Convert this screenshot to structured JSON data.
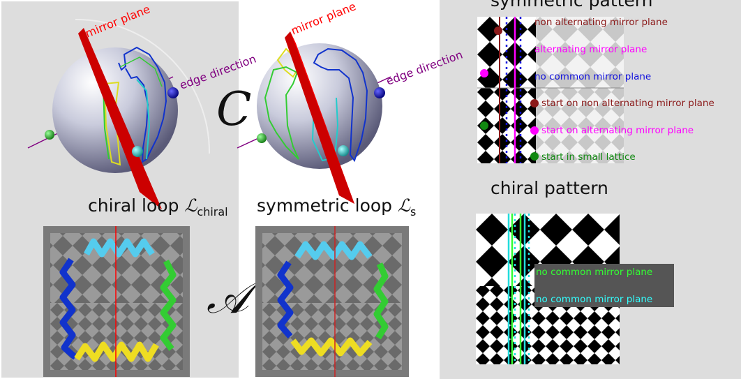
{
  "spheres": {
    "mirror_plane_label": "mirror plane",
    "edge_direction_label": "edge direction",
    "symbol_C": "C",
    "symbol_A": "𝒜"
  },
  "loops": {
    "chiral_caption": "chiral loop",
    "chiral_symbol": "ℒ",
    "chiral_subscript": "chiral",
    "symmetric_caption": "symmetric loop",
    "symmetric_symbol": "ℒ",
    "symmetric_subscript": "s"
  },
  "symmetric_pattern": {
    "title": "symmetric pattern",
    "labels": [
      {
        "text": "non alternating mirror plane",
        "color": "#8b1a1a"
      },
      {
        "text": "alternating mirror plane",
        "color": "#ff00ff"
      },
      {
        "text": "no common mirror plane",
        "color": "#1111dd"
      },
      {
        "text": "start on non alternating mirror plane",
        "color": "#8b1a1a"
      },
      {
        "text": "start on alternating mirror plane",
        "color": "#ff00ff"
      },
      {
        "text": "start in small lattice",
        "color": "#118811"
      }
    ]
  },
  "chiral_pattern": {
    "title": "chiral pattern",
    "labels": [
      {
        "text": "no common mirror plane",
        "color": "#33ff33"
      },
      {
        "text": "no common mirror plane",
        "color": "#33ffff"
      }
    ]
  },
  "colors": {
    "panel_bg": "#dddddd",
    "mirror": "#ff0000",
    "edge": "#800080",
    "loop_blue": "#1133cc",
    "loop_cyan": "#55ccee",
    "loop_green": "#33cc33",
    "loop_yellow": "#eedd22"
  }
}
